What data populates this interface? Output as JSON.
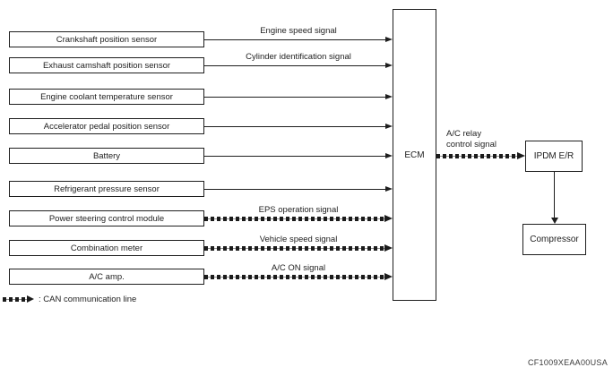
{
  "diagram": {
    "inputs": [
      {
        "label": "Crankshaft position sensor",
        "signal": "Engine speed signal",
        "line": "solid"
      },
      {
        "label": "Exhaust camshaft position sensor",
        "signal": "Cylinder identification signal",
        "line": "solid"
      },
      {
        "label": "Engine coolant temperature sensor",
        "signal": "",
        "line": "solid"
      },
      {
        "label": "Accelerator pedal position sensor",
        "signal": "",
        "line": "solid"
      },
      {
        "label": "Battery",
        "signal": "",
        "line": "solid"
      },
      {
        "label": "Refrigerant pressure sensor",
        "signal": "",
        "line": "solid"
      },
      {
        "label": "Power steering control module",
        "signal": "EPS operation signal",
        "line": "can"
      },
      {
        "label": "Combination meter",
        "signal": "Vehicle speed signal",
        "line": "can"
      },
      {
        "label": "A/C amp.",
        "signal": "A/C ON signal",
        "line": "can"
      }
    ],
    "ecm_label": "ECM",
    "relay_signal": {
      "line1": "A/C relay",
      "line2": "control signal",
      "line": "can"
    },
    "ipdm_label": "IPDM E/R",
    "compressor_label": "Compressor",
    "legend": {
      "sample": "can-dashed-arrow",
      "text": ": CAN communication line"
    },
    "figure_code": "CF1009XEAA00USA",
    "colors": {
      "line": "#1e1e1e",
      "background": "#ffffff",
      "text": "#1e1e1e"
    }
  }
}
